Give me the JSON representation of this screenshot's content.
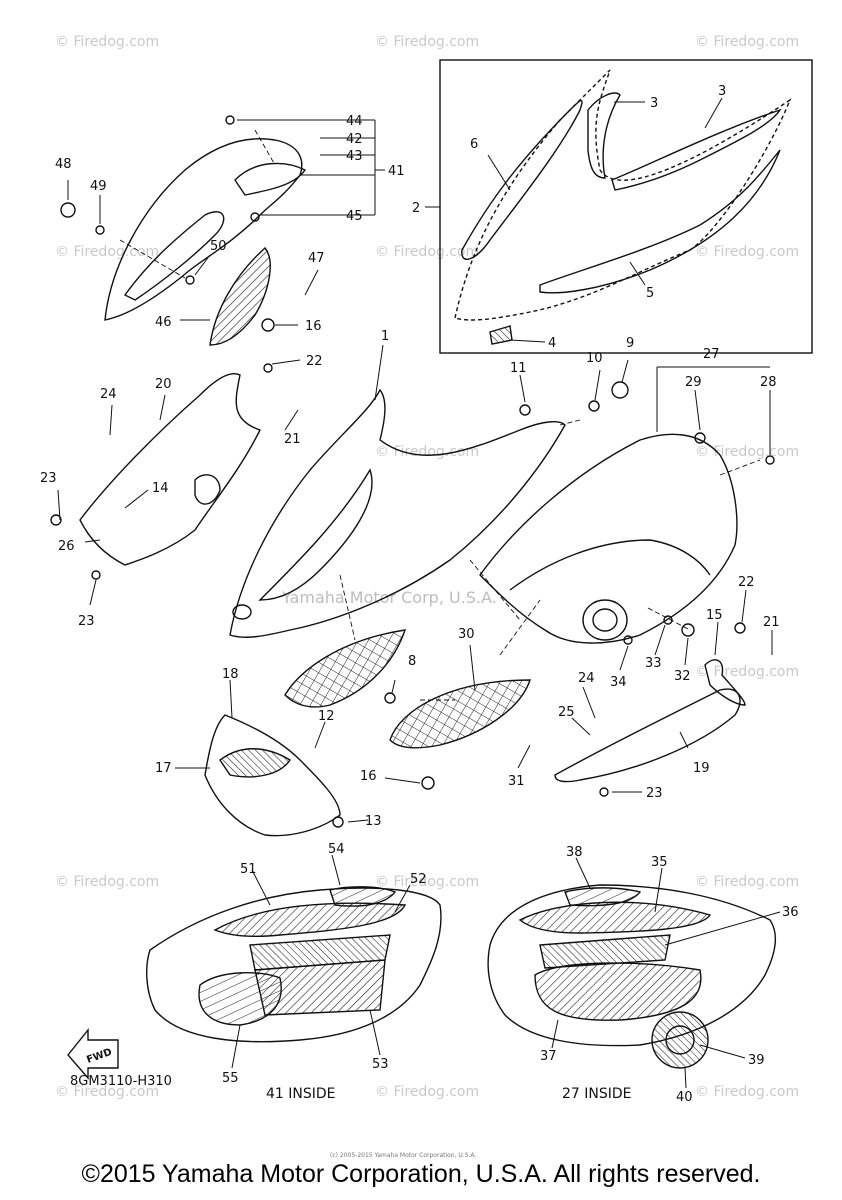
{
  "watermarks": {
    "site": "© Firedog.com",
    "center": "Yamaha Motor Corp, U.S.A."
  },
  "parts": {
    "n1": "1",
    "n2": "2",
    "n3": "3",
    "n4": "4",
    "n5": "5",
    "n6": "6",
    "n8": "8",
    "n9": "9",
    "n10": "10",
    "n11": "11",
    "n12": "12",
    "n13": "13",
    "n14": "14",
    "n15": "15",
    "n16": "16",
    "n17": "17",
    "n18": "18",
    "n19": "19",
    "n20": "20",
    "n21": "21",
    "n22": "22",
    "n23": "23",
    "n24": "24",
    "n25": "25",
    "n26": "26",
    "n27": "27",
    "n28": "28",
    "n29": "29",
    "n30": "30",
    "n31": "31",
    "n32": "32",
    "n33": "33",
    "n34": "34",
    "n35": "35",
    "n36": "36",
    "n37": "37",
    "n38": "38",
    "n39": "39",
    "n40": "40",
    "n41": "41",
    "n42": "42",
    "n43": "43",
    "n44": "44",
    "n45": "45",
    "n46": "46",
    "n47": "47",
    "n48": "48",
    "n49": "49",
    "n50": "50",
    "n51": "51",
    "n52": "52",
    "n53": "53",
    "n54": "54",
    "n55": "55"
  },
  "captions": {
    "inside41": "41 INSIDE",
    "inside27": "27 INSIDE",
    "code": "8GM3110-H310",
    "fwd": "FWD"
  },
  "copyright": "©2015 Yamaha Motor Corporation, U.S.A. All rights reserved.",
  "fine_print": "(c) 2005-2015 Yamaha Motor Corporation, U.S.A."
}
